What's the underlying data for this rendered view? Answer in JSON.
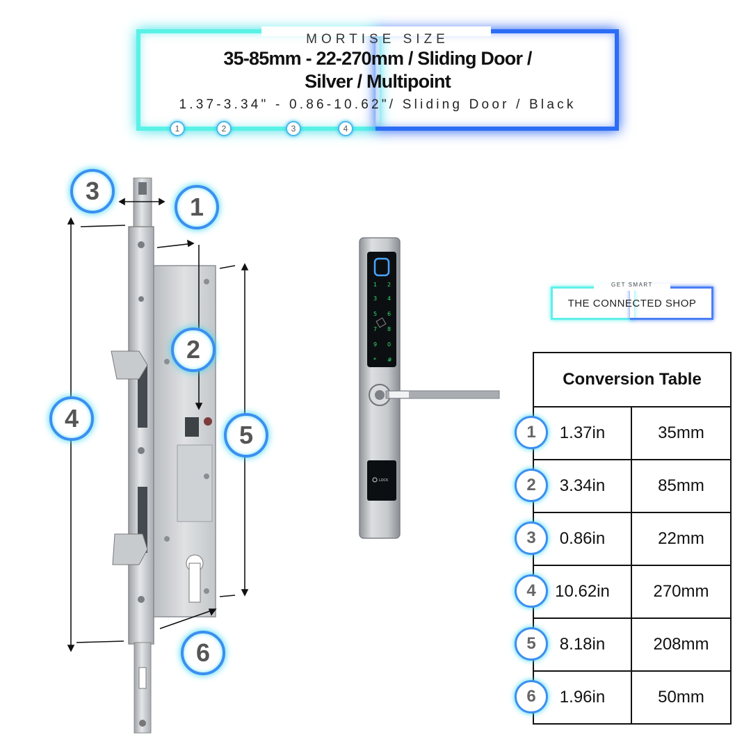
{
  "header": {
    "eyebrow": "MORTISE SIZE",
    "title_line1": "35-85mm - 22-270mm / Sliding Door /",
    "title_line2": "Silver / Multipoint",
    "subtitle": "1.37-3.34\" - 0.86-10.62\"/ Sliding Door / Black",
    "steps": [
      "1",
      "2",
      "3",
      "4"
    ]
  },
  "callouts": [
    "1",
    "2",
    "3",
    "4",
    "5",
    "6"
  ],
  "logo": {
    "eyebrow": "GET SMART",
    "name": "THE CONNECTED SHOP"
  },
  "handle": {
    "keypad": [
      "1",
      "2",
      "3",
      "4",
      "5",
      "6",
      "7",
      "8",
      "9",
      "0",
      "*",
      "#"
    ],
    "brand_text": "LOCK"
  },
  "table": {
    "title": "Conversion Table",
    "rows": [
      {
        "num": "1",
        "inches": "1.37in",
        "mm": "35mm"
      },
      {
        "num": "2",
        "inches": "3.34in",
        "mm": "85mm"
      },
      {
        "num": "3",
        "inches": "0.86in",
        "mm": "22mm"
      },
      {
        "num": "4",
        "inches": "10.62in",
        "mm": "270mm"
      },
      {
        "num": "5",
        "inches": "8.18in",
        "mm": "208mm"
      },
      {
        "num": "6",
        "inches": "1.96in",
        "mm": "50mm"
      }
    ]
  },
  "colors": {
    "neon_cyan": "#59f2e6",
    "neon_blue": "#2c6df5",
    "steel": "#c9ccd0",
    "keypad_green": "#2fe06a"
  }
}
